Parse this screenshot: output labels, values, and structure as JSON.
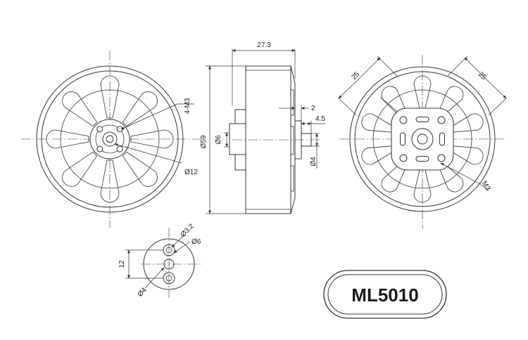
{
  "model_badge": {
    "label": "ML5010"
  },
  "front_view": {
    "thread_label": "4-M3",
    "diameter_label": "Ø12"
  },
  "side_view": {
    "overall_length_label": "27.3",
    "overall_diameter_label": "Ø59",
    "hub_diameter_label": "Ø6",
    "shaft_step_label": "2",
    "shaft_length_label": "4.5",
    "shaft_diameter_label": "Ø4"
  },
  "rear_view": {
    "spacing_left_label": "25",
    "spacing_right_label": "25",
    "thread_label": "M3"
  },
  "prop_adapter_view": {
    "hole_diameter_label": "Ø3.2",
    "outer_diameter_label": "Ø6",
    "height_label": "12",
    "shaft_diameter_label": "Ø4"
  }
}
